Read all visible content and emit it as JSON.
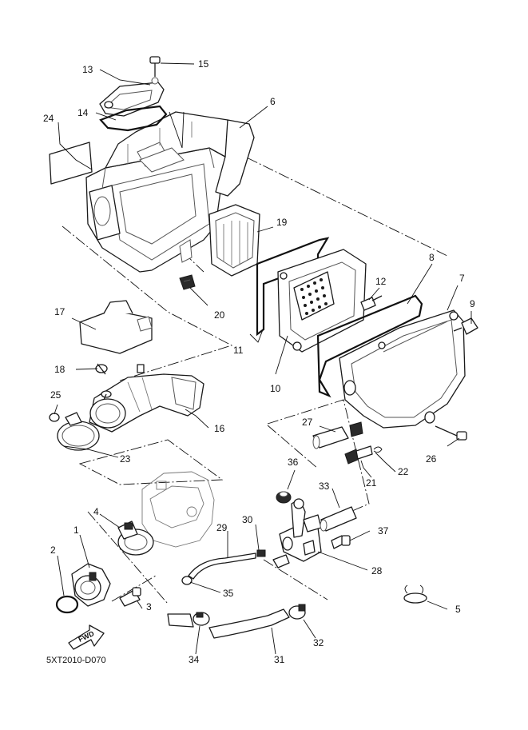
{
  "callouts": {
    "c1": "1",
    "c2": "2",
    "c3": "3",
    "c4": "4",
    "c5": "5",
    "c6": "6",
    "c7": "7",
    "c8": "8",
    "c9": "9",
    "c10": "10",
    "c11": "11",
    "c12": "12",
    "c13": "13",
    "c14": "14",
    "c15": "15",
    "c16": "16",
    "c17": "17",
    "c18": "18",
    "c19": "19",
    "c20": "20",
    "c21": "21",
    "c22": "22",
    "c23": "23",
    "c24": "24",
    "c25": "25",
    "c26": "26",
    "c27": "27",
    "c28": "28",
    "c29": "29",
    "c30": "30",
    "c31": "31",
    "c32": "32",
    "c33": "33",
    "c34": "34",
    "c35": "35",
    "c36": "36",
    "c37": "37"
  },
  "diagram_code": "5XT2010-D070",
  "fwd_label": "FWD"
}
